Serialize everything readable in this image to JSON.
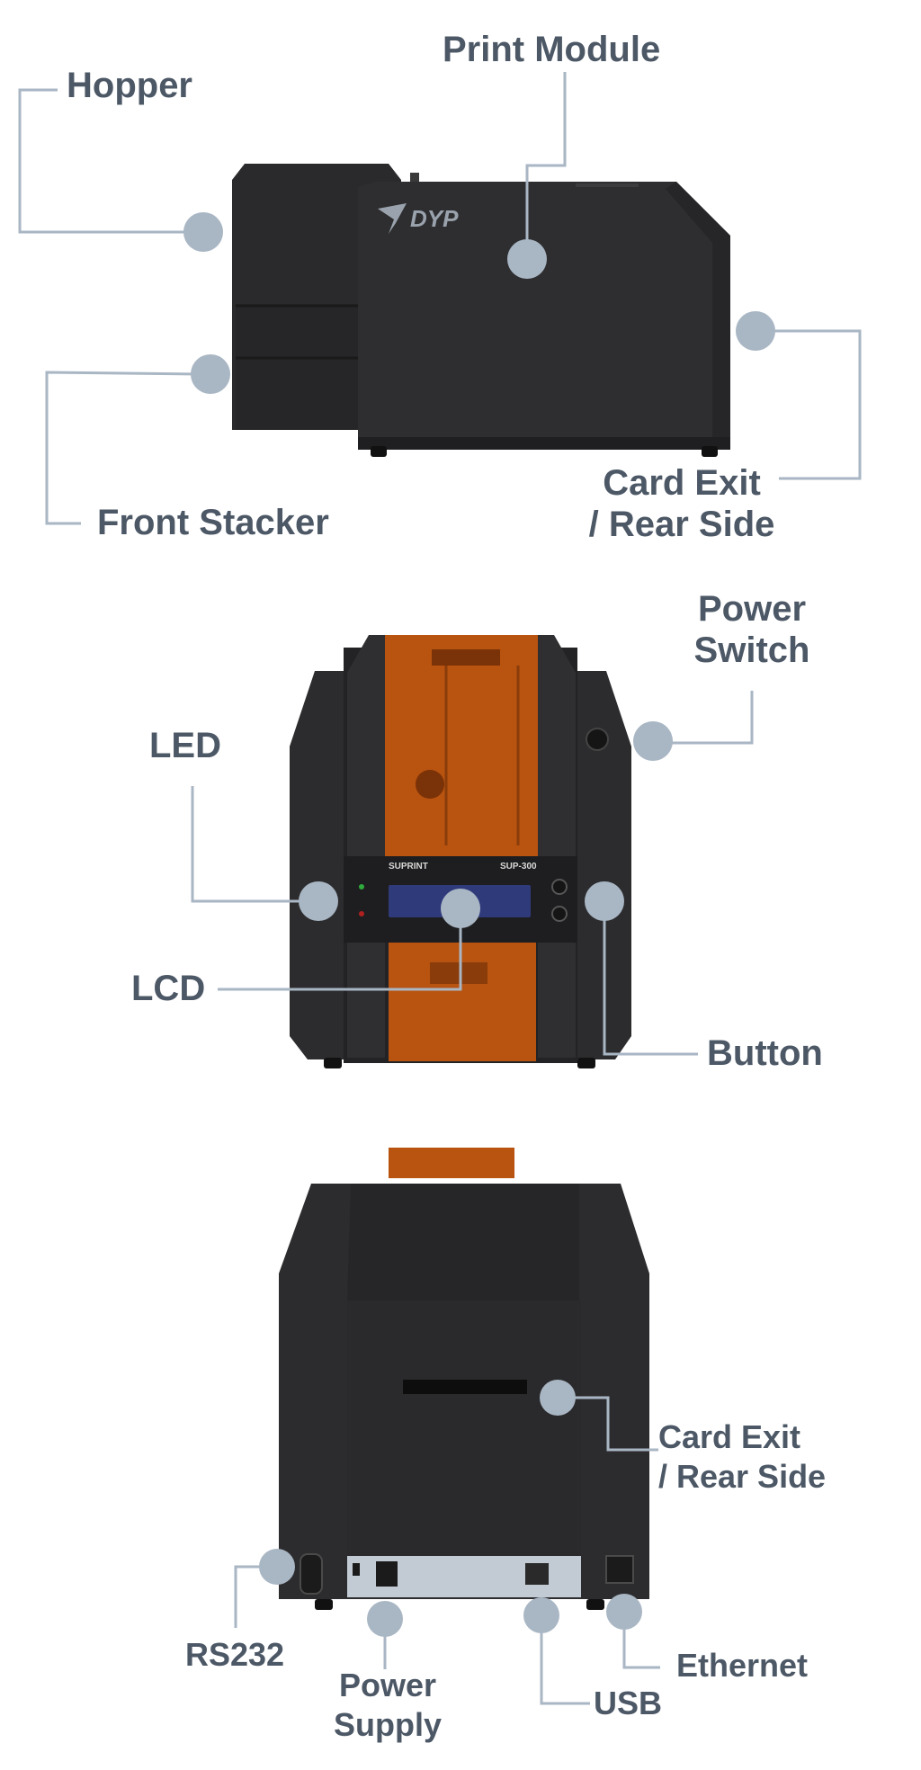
{
  "labels": {
    "hopper": "Hopper",
    "print_module": "Print Module",
    "front_stacker": "Front Stacker",
    "card_exit_side_1": "Card Exit",
    "card_exit_side_2": "/ Rear Side",
    "power_switch_1": "Power",
    "power_switch_2": "Switch",
    "led": "LED",
    "lcd": "LCD",
    "button": "Button",
    "card_exit_back_1": "Card Exit",
    "card_exit_back_2": "/ Rear Side",
    "rs232": "RS232",
    "power_supply_1": "Power",
    "power_supply_2": "Supply",
    "usb": "USB",
    "ethernet": "Ethernet"
  },
  "brand": {
    "side_logo": "DYP",
    "front_brand": "SUPRINT",
    "front_model": "SUP-300"
  },
  "colors": {
    "label_text": "#4d5866",
    "callout_line": "#a9b6c4",
    "callout_dot": "#a9b6c4",
    "printer_body": "#2b2b2d",
    "printer_panel": "#232325",
    "cover_orange": "#b85310",
    "lcd_screen": "#2f3a7a",
    "io_plate": "#c2cbd3"
  }
}
